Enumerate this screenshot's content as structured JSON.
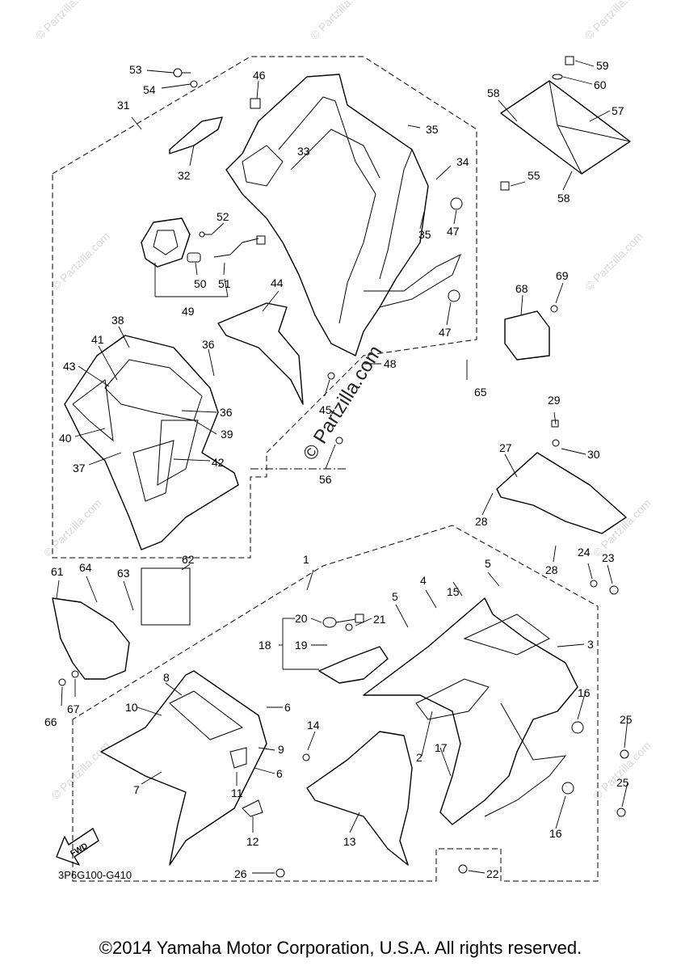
{
  "watermark_text": "© Partzilla.com",
  "center_watermark": "© Partzilla.com",
  "diagram_code": "3P6G100-G410",
  "fwd_label": "FWD",
  "copyright": "©2014 Yamaha Motor Corporation, U.S.A. All rights reserved.",
  "callouts": [
    "1",
    "2",
    "3",
    "4",
    "5",
    "5",
    "6",
    "6",
    "7",
    "8",
    "9",
    "10",
    "11",
    "12",
    "13",
    "14",
    "15",
    "16",
    "16",
    "17",
    "18",
    "19",
    "20",
    "21",
    "22",
    "23",
    "24",
    "25",
    "25",
    "26",
    "27",
    "28",
    "28",
    "29",
    "30",
    "31",
    "32",
    "33",
    "34",
    "35",
    "35",
    "36",
    "36",
    "37",
    "38",
    "39",
    "40",
    "41",
    "42",
    "43",
    "44",
    "45",
    "46",
    "47",
    "47",
    "48",
    "49",
    "50",
    "51",
    "52",
    "53",
    "54",
    "55",
    "56",
    "57",
    "58",
    "58",
    "59",
    "60",
    "61",
    "62",
    "63",
    "64",
    "65",
    "66",
    "67",
    "68",
    "69"
  ]
}
